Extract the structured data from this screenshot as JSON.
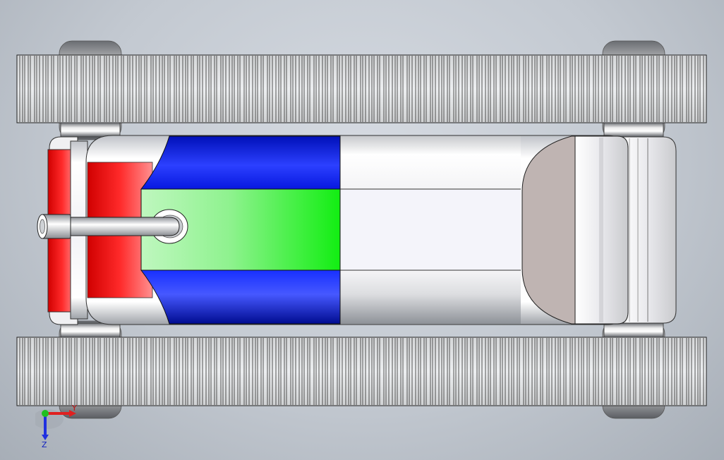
{
  "viewport": {
    "background_top": "#d6dbe2",
    "background_bottom": "#a7aeb7"
  },
  "model": {
    "components": [
      {
        "name": "track",
        "color": "#e9eaec"
      },
      {
        "name": "wheel-hub",
        "color": "#c8c8c8"
      },
      {
        "name": "body-shell",
        "color": "#ececf0"
      },
      {
        "name": "red-end-cap",
        "color": "#ff2020"
      },
      {
        "name": "blue-panel",
        "color": "#0a18d8"
      },
      {
        "name": "green-panel",
        "color": "#1ef01e"
      },
      {
        "name": "gray-end-cap",
        "color": "#bfb4b2"
      },
      {
        "name": "shaft-pipe",
        "color": "#d2d4d8"
      }
    ]
  },
  "triad": {
    "x_label": "Y",
    "y_label": "Z",
    "y_color": "#e02020",
    "z_color": "#2030e0",
    "origin_color": "#20c020"
  }
}
